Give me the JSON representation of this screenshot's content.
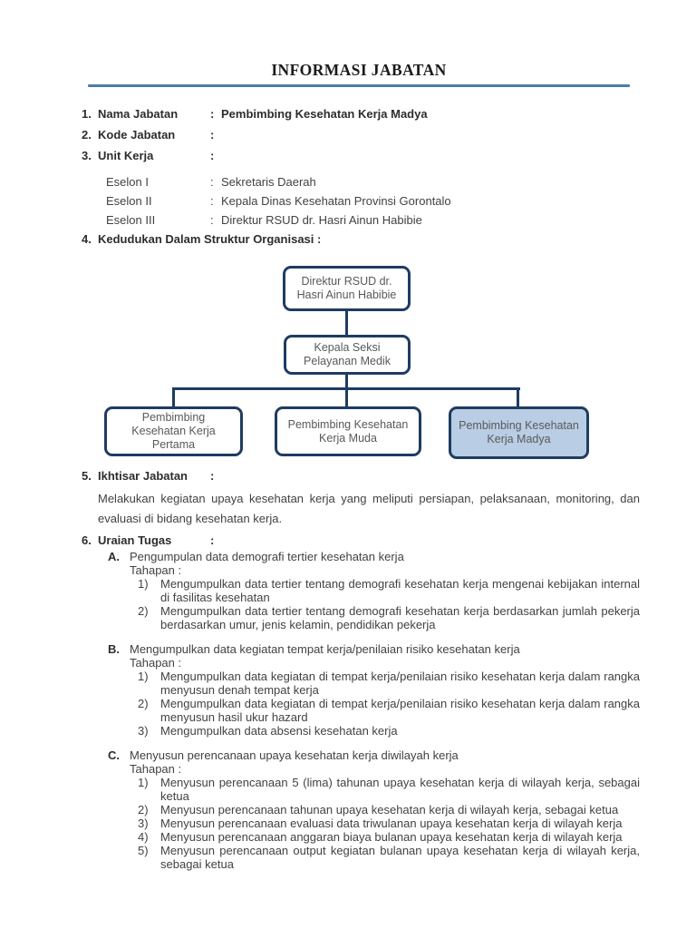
{
  "title": "INFORMASI JABATAN",
  "accent_color": "#4d7da7",
  "fields": [
    {
      "num": "1.",
      "label": "Nama Jabatan",
      "colon": ":",
      "value": "Pembimbing Kesehatan Kerja Madya"
    },
    {
      "num": "2.",
      "label": "Kode Jabatan",
      "colon": ":",
      "value": ""
    },
    {
      "num": "3.",
      "label": "Unit Kerja",
      "colon": ":",
      "value": ""
    }
  ],
  "eselon": [
    {
      "label": "Eselon I",
      "colon": ":",
      "value": "Sekretaris Daerah"
    },
    {
      "label": "Eselon II",
      "colon": ":",
      "value": "Kepala Dinas Kesehatan Provinsi Gorontalo"
    },
    {
      "label": "Eselon III",
      "colon": ":",
      "value": "Direktur RSUD dr. Hasri Ainun Habibie"
    }
  ],
  "kedudukan": {
    "num": "4.",
    "label": "Kedudukan Dalam Struktur Organisasi :"
  },
  "org_chart": {
    "border_color": "#1f3c61",
    "highlight_fill": "#b9cde4",
    "top_node": "Direktur RSUD dr. Hasri Ainun Habibie",
    "middle_node": "Kepala Seksi Pelayanan Medik",
    "bottom_nodes": [
      "Pembimbing Kesehatan Kerja Pertama",
      "Pembimbing Kesehatan Kerja Muda",
      "Pembimbing Kesehatan Kerja Madya"
    ],
    "highlighted_node": "Pembimbing Kesehatan Kerja Madya"
  },
  "ikhtisar": {
    "num": "5.",
    "label": "Ikhtisar Jabatan",
    "colon": ":",
    "body": "Melakukan kegiatan upaya kesehatan kerja yang meliputi persiapan, pelaksanaan, monitoring, dan evaluasi di bidang kesehatan kerja."
  },
  "uraian": {
    "num": "6.",
    "label": "Uraian Tugas",
    "colon": ":"
  },
  "tasks": [
    {
      "letter": "A.",
      "title": "Pengumpulan data demografi tertier kesehatan kerja",
      "tahapan": "Tahapan :",
      "steps": [
        {
          "num": "1)",
          "text": "Mengumpulkan data tertier tentang demografi kesehatan kerja mengenai kebijakan internal di fasilitas kesehatan"
        },
        {
          "num": "2)",
          "text": "Mengumpulkan data tertier tentang demografi kesehatan kerja berdasarkan jumlah pekerja berdasarkan umur, jenis kelamin, pendidikan pekerja"
        }
      ]
    },
    {
      "letter": "B.",
      "title": "Mengumpulkan data kegiatan tempat kerja/penilaian risiko kesehatan kerja",
      "tahapan": "Tahapan :",
      "steps": [
        {
          "num": "1)",
          "text": "Mengumpulkan data kegiatan di tempat kerja/penilaian risiko kesehatan kerja dalam rangka menyusun denah tempat kerja"
        },
        {
          "num": "2)",
          "text": "Mengumpulkan data kegiatan di tempat kerja/penilaian risiko kesehatan kerja dalam rangka menyusun hasil ukur hazard"
        },
        {
          "num": "3)",
          "text": "Mengumpulkan data absensi kesehatan kerja"
        }
      ]
    },
    {
      "letter": "C.",
      "title": "Menyusun perencanaan upaya kesehatan kerja diwilayah kerja",
      "tahapan": "Tahapan :",
      "steps": [
        {
          "num": "1)",
          "text": "Menyusun perencanaan 5 (lima) tahunan upaya kesehatan kerja di wilayah kerja, sebagai ketua"
        },
        {
          "num": "2)",
          "text": "Menyusun perencanaan tahunan upaya kesehatan kerja di wilayah kerja, sebagai ketua"
        },
        {
          "num": "3)",
          "text": "Menyusun perencanaan evaluasi data triwulanan upaya kesehatan kerja di wilayah kerja"
        },
        {
          "num": "4)",
          "text": "Menyusun perencanaan anggaran biaya bulanan upaya kesehatan kerja di wilayah kerja"
        },
        {
          "num": "5)",
          "text": "Menyusun perencanaan output kegiatan bulanan upaya kesehatan kerja di wilayah kerja, sebagai ketua"
        }
      ]
    }
  ]
}
